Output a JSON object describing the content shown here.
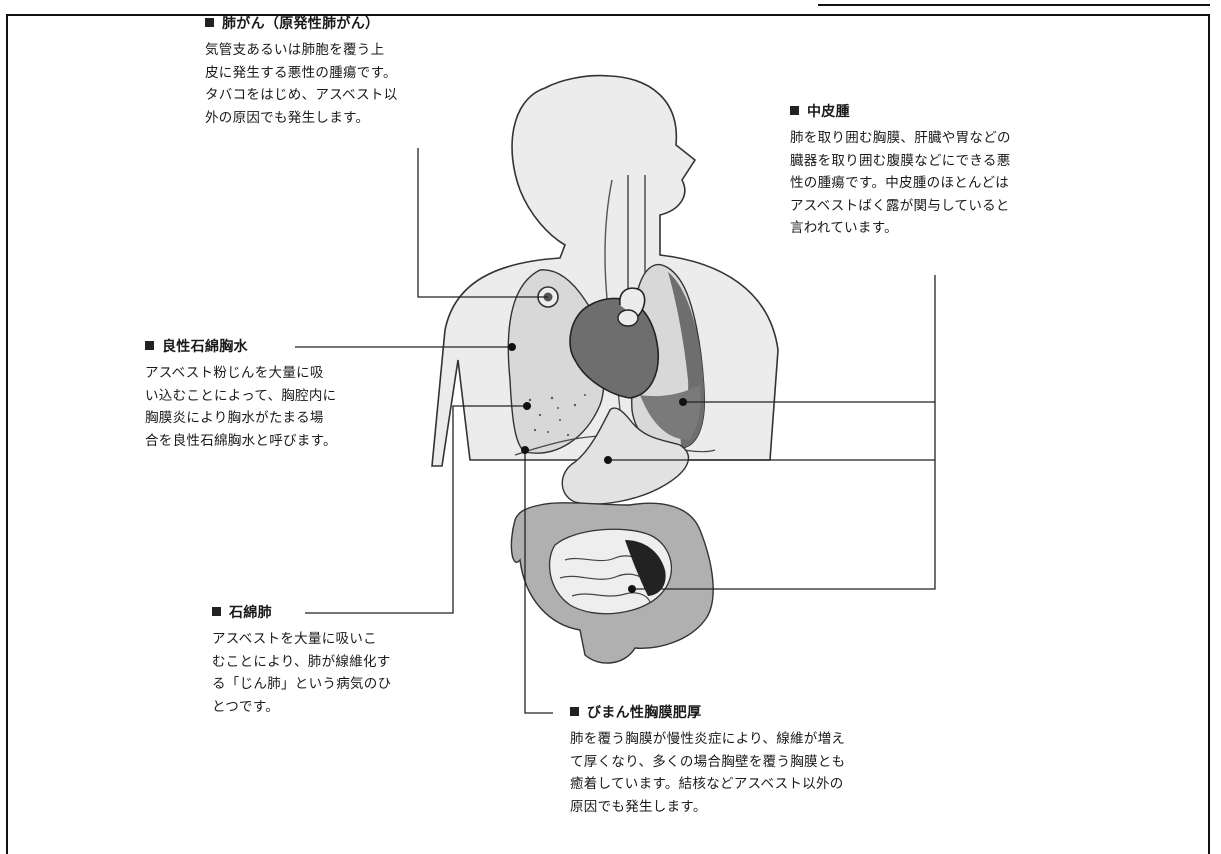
{
  "labels": {
    "lung_cancer": {
      "title": "肺がん（原発性肺がん）",
      "body": "気管支あるいは肺胞を覆う上\n皮に発生する悪性の腫瘍です。\nタバコをはじめ、アスベスト以\n外の原因でも発生します。"
    },
    "mesothelioma": {
      "title": "中皮腫",
      "body": "肺を取り囲む胸膜、肝臓や胃などの\n臓器を取り囲む腹膜などにできる悪\n性の腫瘍です。中皮腫のほとんどは\nアスベストばく露が関与していると\n言われています。"
    },
    "benign_effusion": {
      "title": "良性石綿胸水",
      "body": "アスベスト粉じんを大量に吸\nい込むことによって、胸腔内に\n胸膜炎により胸水がたまる場\n合を良性石綿胸水と呼びます。"
    },
    "asbestosis": {
      "title": "石綿肺",
      "body": "アスベストを大量に吸いこ\nむことにより、肺が線維化す\nる「じん肺」という病気のひ\nとつです。"
    },
    "diffuse_pleural": {
      "title": "びまん性胸膜肥厚",
      "body": "肺を覆う胸膜が慢性炎症により、線維が増え\nて厚くなり、多くの場合胸壁を覆う胸膜とも\n癒着しています。結核などアスベスト以外の\n原因でも発生します。"
    }
  },
  "colors": {
    "body_fill": "#ececec",
    "organ_dark": "#6e6e6e",
    "organ_mid": "#a9a9a9",
    "organ_light": "#d8d8d8",
    "line": "#222222"
  }
}
